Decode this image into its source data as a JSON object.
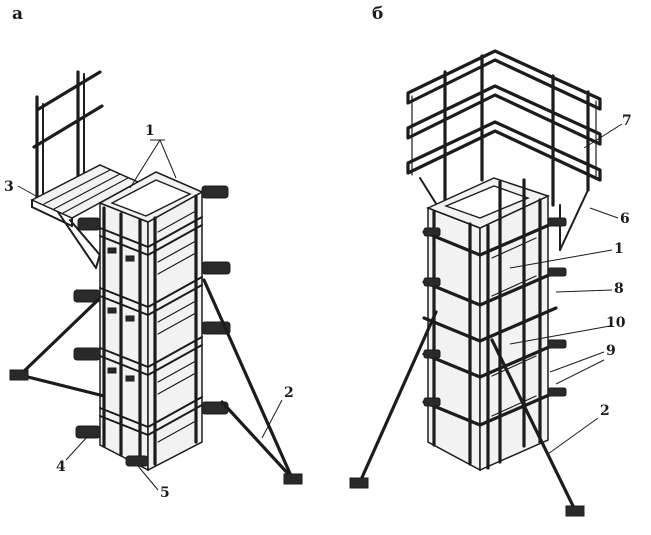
{
  "panels": [
    {
      "id": "a",
      "label": "а"
    },
    {
      "id": "b",
      "label": "б"
    }
  ],
  "callouts_a": [
    "1",
    "2",
    "3",
    "4",
    "5"
  ],
  "callouts_b": [
    "7",
    "6",
    "1",
    "8",
    "10",
    "9",
    "2"
  ]
}
